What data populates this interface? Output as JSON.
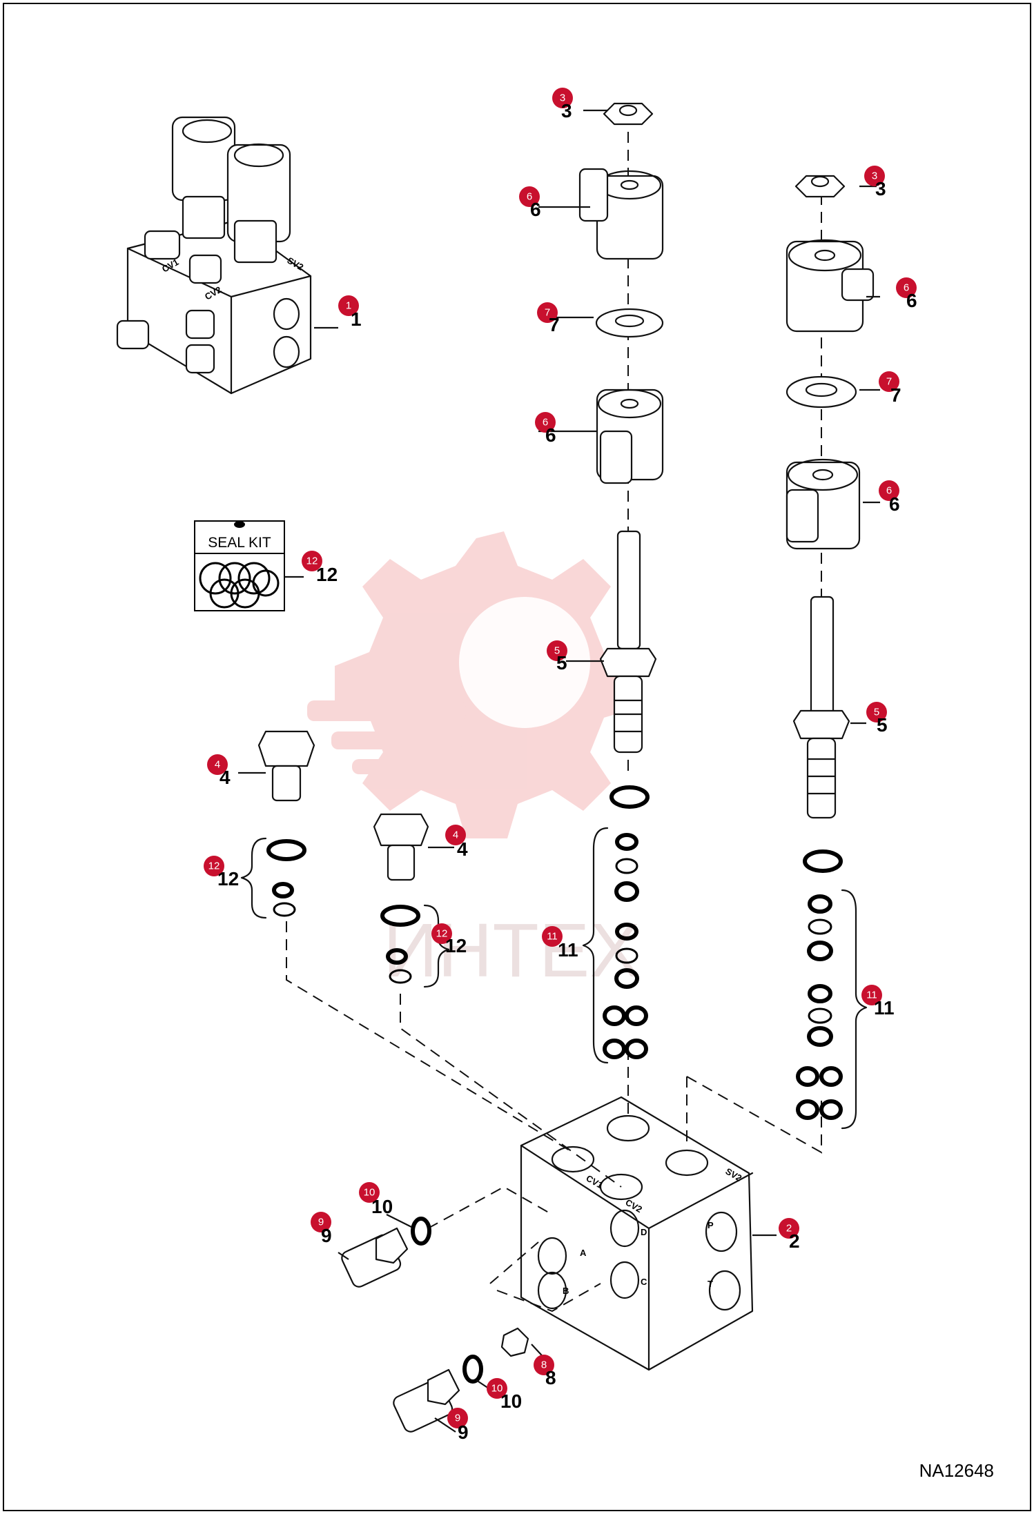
{
  "figure_id": "NA12648",
  "watermark": "ИНТЕХ",
  "seal_kit_label": "SEAL KIT",
  "ports": {
    "cv1": "CV1",
    "cv2": "CV2",
    "sv2": "SV2",
    "a": "A",
    "b": "B",
    "c": "C",
    "d": "D",
    "p": "P",
    "t": "T"
  },
  "callouts": [
    {
      "label": "1"
    },
    {
      "label": "2"
    },
    {
      "label": "3"
    },
    {
      "label": "3"
    },
    {
      "label": "4"
    },
    {
      "label": "4"
    },
    {
      "label": "5"
    },
    {
      "label": "5"
    },
    {
      "label": "6"
    },
    {
      "label": "6"
    },
    {
      "label": "6"
    },
    {
      "label": "6"
    },
    {
      "label": "7"
    },
    {
      "label": "7"
    },
    {
      "label": "8"
    },
    {
      "label": "9"
    },
    {
      "label": "9"
    },
    {
      "label": "10"
    },
    {
      "label": "10"
    },
    {
      "label": "11"
    },
    {
      "label": "11"
    },
    {
      "label": "12"
    },
    {
      "label": "12"
    },
    {
      "label": "12"
    }
  ],
  "colors": {
    "badge": "#c8102e",
    "watermark": "#f4b7b7",
    "ink": "#111111"
  }
}
